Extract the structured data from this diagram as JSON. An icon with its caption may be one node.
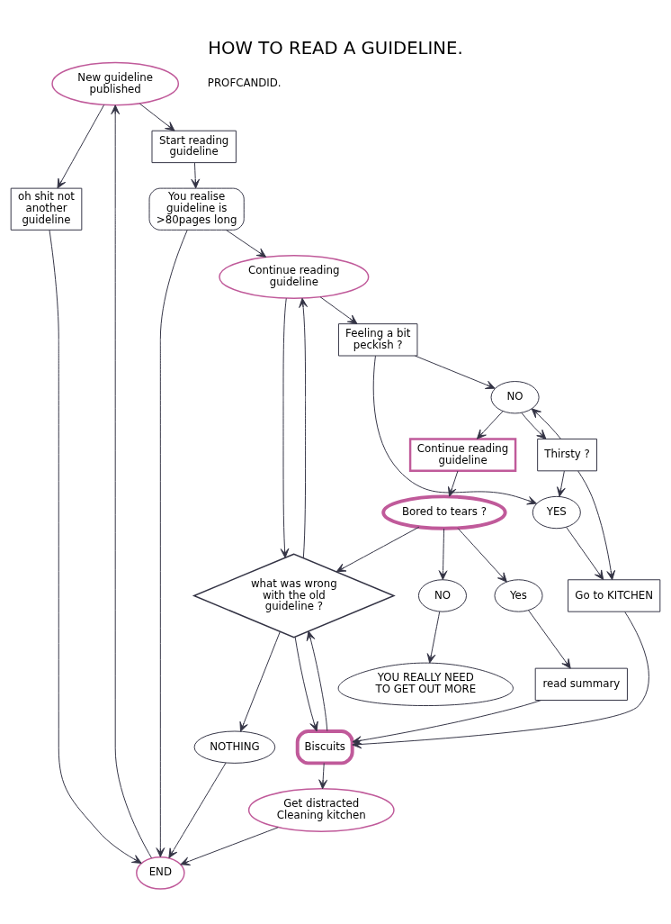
{
  "diagram": {
    "title": "HOW TO READ A GUIDELINE.",
    "nodes": [
      {
        "text": [
          "New guideline published"
        ]
      },
      {
        "text": [
          "oh shit not another guideline"
        ]
      },
      {
        "text": [
          "Start reading guideline"
        ]
      },
      {
        "text": [
          "END"
        ]
      },
      {
        "text": [
          "You realise guideline is >80pages long"
        ]
      },
      {
        "text": [
          "NOTHING"
        ]
      },
      {
        "text": [
          "what was wrong with the old guideline ?"
        ]
      },
      {
        "text": [
          "Continue reading guideline"
        ]
      },
      {
        "text": [
          "Get distracted Cleaning kitchen"
        ]
      },
      {
        "text": [
          "Feeling a bit peckish ?"
        ]
      },
      {
        "text": [
          "Biscuits"
        ]
      },
      {
        "text": [
          "read summary"
        ]
      },
      {
        "text": [
          "YES"
        ]
      },
      {
        "text": [
          "NO"
        ]
      },
      {
        "text": [
          "Go to KITCHEN"
        ]
      },
      {
        "text": [
          "Thirsty ?"
        ]
      },
      {
        "text": [
          "Yes"
        ]
      },
      {
        "text": [
          "YOU REALLY NEED TO GET OUT MORE"
        ]
      },
      {
        "text": [
          "NO"
        ]
      },
      {
        "text": [
          "Bored to tears ?"
        ]
      },
      {
        "text": [
          "Continue reading guideline"
        ]
      }
    ],
    "edges": [
      {
        "from": 3,
        "to": 0,
        "arrow": "to"
      },
      {
        "from": 0,
        "to": 1,
        "arrow": "to"
      },
      {
        "from": 0,
        "to": 2,
        "arrow": "to"
      },
      {
        "from": 1,
        "to": 3,
        "arrow": "to"
      },
      {
        "from": 2,
        "to": 4,
        "arrow": "to"
      },
      {
        "from": 4,
        "to": 3,
        "arrow": "to"
      },
      {
        "from": 4,
        "to": 7,
        "arrow": "to"
      },
      {
        "from": 5,
        "to": 3,
        "arrow": "to"
      },
      {
        "from": 6,
        "to": 5,
        "arrow": "to"
      },
      {
        "from": 7,
        "to": 6,
        "arrow": "to"
      },
      {
        "from": 6,
        "to": 7,
        "arrow": "to"
      },
      {
        "from": 8,
        "to": 3,
        "arrow": "to"
      },
      {
        "from": 7,
        "to": 9,
        "arrow": "to"
      },
      {
        "from": 10,
        "to": 8,
        "arrow": "to"
      },
      {
        "from": 10,
        "to": 6,
        "arrow": "to"
      },
      {
        "from": 6,
        "to": 10,
        "arrow": "to"
      },
      {
        "from": 11,
        "to": 10,
        "arrow": "to"
      },
      {
        "from": 9,
        "to": 12,
        "arrow": "to"
      },
      {
        "from": 9,
        "to": 13,
        "arrow": "to"
      },
      {
        "from": 12,
        "to": 14,
        "arrow": "to"
      },
      {
        "from": 15,
        "to": 14,
        "arrow": "to"
      },
      {
        "from": 15,
        "to": 12,
        "arrow": "to"
      },
      {
        "from": 13,
        "to": 15,
        "arrow": "to"
      },
      {
        "from": 15,
        "to": 13,
        "arrow": "to"
      },
      {
        "from": 13,
        "to": 20,
        "arrow": "to"
      },
      {
        "from": 14,
        "to": 10,
        "arrow": "to"
      },
      {
        "from": 20,
        "to": 19,
        "arrow": "to"
      },
      {
        "from": 19,
        "to": 6,
        "arrow": "to"
      },
      {
        "from": 19,
        "to": 16,
        "arrow": "to"
      },
      {
        "from": 16,
        "to": 11,
        "arrow": "to"
      },
      {
        "from": 19,
        "to": 18,
        "arrow": "to"
      },
      {
        "from": 18,
        "to": 17,
        "arrow": "to"
      }
    ],
    "labels": [
      "PROFCANDID."
    ]
  }
}
